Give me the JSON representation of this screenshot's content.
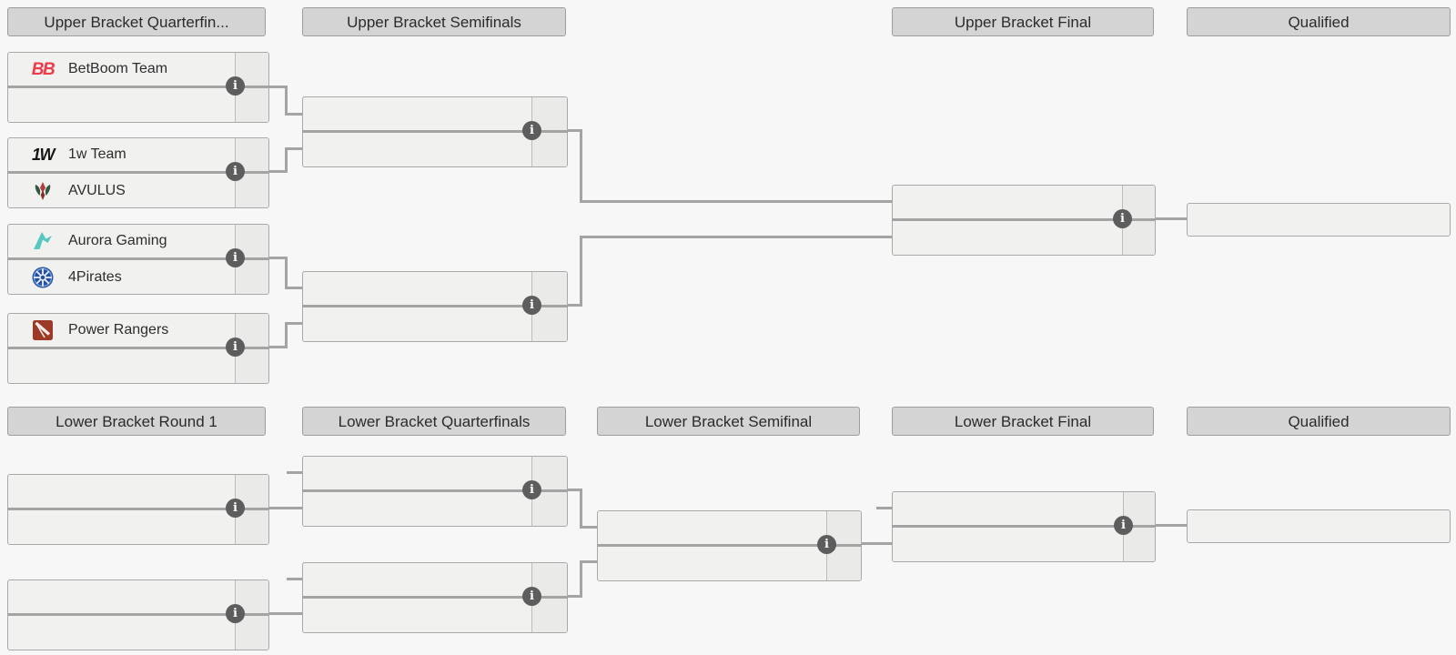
{
  "ui": {
    "info_glyph": "i",
    "background_color": "#f7f7f8",
    "header_bg_color": "#d4d4d4",
    "box_bg_color": "#f1f1f0",
    "connector_color": "#a4a4a4"
  },
  "headers": {
    "upper_quarterfinals": "Upper Bracket Quarterfin...",
    "upper_semifinals": "Upper Bracket Semifinals",
    "upper_final": "Upper Bracket Final",
    "upper_qualified": "Qualified",
    "lower_round1": "Lower Bracket Round 1",
    "lower_quarterfinals": "Lower Bracket Quarterfinals",
    "lower_semifinal": "Lower Bracket Semifinal",
    "lower_final": "Lower Bracket Final",
    "lower_qualified": "Qualified"
  },
  "matches": {
    "ubqf1": {
      "top": {
        "name": "BetBoom Team",
        "logo": "betboom-team-logo",
        "logo_text": "BB",
        "logo_color": "#ee3b49"
      }
    },
    "ubqf2": {
      "top": {
        "name": "1w Team",
        "logo": "1w-team-logo",
        "logo_text": "1W",
        "logo_color": "#161616"
      },
      "bottom": {
        "name": "AVULUS",
        "logo": "avulus-logo",
        "logo_color": "#9e3636"
      }
    },
    "ubqf3": {
      "top": {
        "name": "Aurora Gaming",
        "logo": "aurora-gaming-logo",
        "logo_color": "#56c8c0"
      },
      "bottom": {
        "name": "4Pirates",
        "logo": "4pirates-logo",
        "logo_color": "#274f9e"
      }
    },
    "ubqf4": {
      "top": {
        "name": "Power Rangers",
        "logo": "power-rangers-logo",
        "logo_color": "#9c3a27"
      }
    }
  }
}
